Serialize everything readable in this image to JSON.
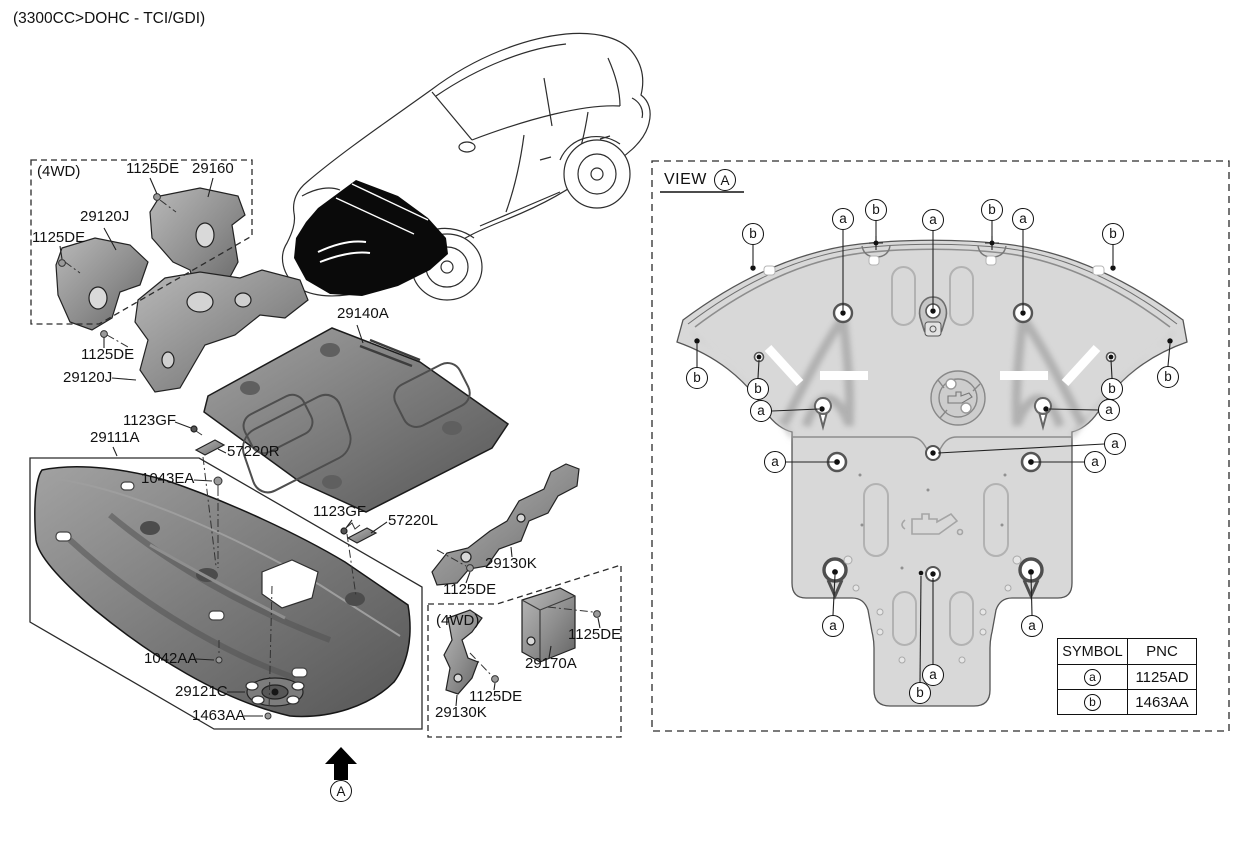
{
  "title": "(3300CC>DOHC - TCI/GDI)",
  "boxes": {
    "top_left_4wd": "(4WD)",
    "bottom_4wd": "(4WD)"
  },
  "view_header": {
    "label": "VIEW",
    "symbol": "A"
  },
  "direction_arrow": {
    "symbol": "A"
  },
  "part_labels": [
    {
      "id": "1125DE-a",
      "text": "1125DE"
    },
    {
      "id": "29160",
      "text": "29160"
    },
    {
      "id": "29120J-a",
      "text": "29120J"
    },
    {
      "id": "1125DE-b",
      "text": "1125DE"
    },
    {
      "id": "1125DE-c",
      "text": "1125DE"
    },
    {
      "id": "29120J-b",
      "text": "29120J"
    },
    {
      "id": "29140A",
      "text": "29140A"
    },
    {
      "id": "1123GF-a",
      "text": "1123GF"
    },
    {
      "id": "29111A",
      "text": "29111A"
    },
    {
      "id": "57220R",
      "text": "57220R"
    },
    {
      "id": "1043EA",
      "text": "1043EA"
    },
    {
      "id": "1123GF-b",
      "text": "1123GF"
    },
    {
      "id": "57220L",
      "text": "57220L"
    },
    {
      "id": "29130K-a",
      "text": "29130K"
    },
    {
      "id": "1125DE-d",
      "text": "1125DE"
    },
    {
      "id": "1042AA",
      "text": "1042AA"
    },
    {
      "id": "29121C",
      "text": "29121C"
    },
    {
      "id": "1463AA",
      "text": "1463AA"
    },
    {
      "id": "1125DE-e",
      "text": "1125DE"
    },
    {
      "id": "29170A",
      "text": "29170A"
    },
    {
      "id": "1125DE-f",
      "text": "1125DE"
    },
    {
      "id": "29130K-b",
      "text": "29130K"
    }
  ],
  "view_callouts": [
    {
      "letter": "b"
    },
    {
      "letter": "a"
    },
    {
      "letter": "b"
    },
    {
      "letter": "a"
    },
    {
      "letter": "b"
    },
    {
      "letter": "a"
    },
    {
      "letter": "b"
    },
    {
      "letter": "b"
    },
    {
      "letter": "b"
    },
    {
      "letter": "b"
    },
    {
      "letter": "b"
    },
    {
      "letter": "a"
    },
    {
      "letter": "a"
    },
    {
      "letter": "a"
    },
    {
      "letter": "a"
    },
    {
      "letter": "a"
    },
    {
      "letter": "a"
    },
    {
      "letter": "a"
    },
    {
      "letter": "a"
    },
    {
      "letter": "b"
    }
  ],
  "symbol_table": {
    "headers": [
      "SYMBOL",
      "PNC"
    ],
    "rows": [
      {
        "symbol": "a",
        "pnc": "1125AD"
      },
      {
        "symbol": "b",
        "pnc": "1463AA"
      }
    ]
  },
  "colors": {
    "line": "#1a1a1a",
    "panel_fill": "#d8d8d8",
    "part_gray": "#8a8a8a",
    "highlight": "#ffffff"
  }
}
